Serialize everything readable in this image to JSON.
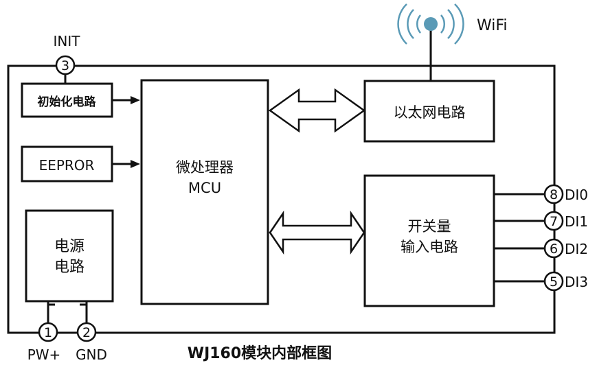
{
  "diagram": {
    "caption": "WJ160模块内部框图",
    "outer_frame": {},
    "blocks": {
      "init_circuit": "初始化电路",
      "eeprom": "EEPROR",
      "power": {
        "line1": "电源",
        "line2": "电路"
      },
      "mcu": {
        "line1": "微处理器",
        "line2": "MCU"
      },
      "ethernet": "以太网电路",
      "switch_input": {
        "line1": "开关量",
        "line2": "输入电路"
      }
    },
    "wifi": {
      "label": "WiFi",
      "icon": "wifi-antenna-icon",
      "color": "#5a9ab6"
    },
    "pins": [
      {
        "number": "3",
        "label": "INIT"
      },
      {
        "number": "1",
        "label": "PW+"
      },
      {
        "number": "2",
        "label": "GND"
      },
      {
        "number": "8",
        "label": "DI0"
      },
      {
        "number": "7",
        "label": "DI1"
      },
      {
        "number": "6",
        "label": "DI2"
      },
      {
        "number": "5",
        "label": "DI3"
      }
    ]
  }
}
